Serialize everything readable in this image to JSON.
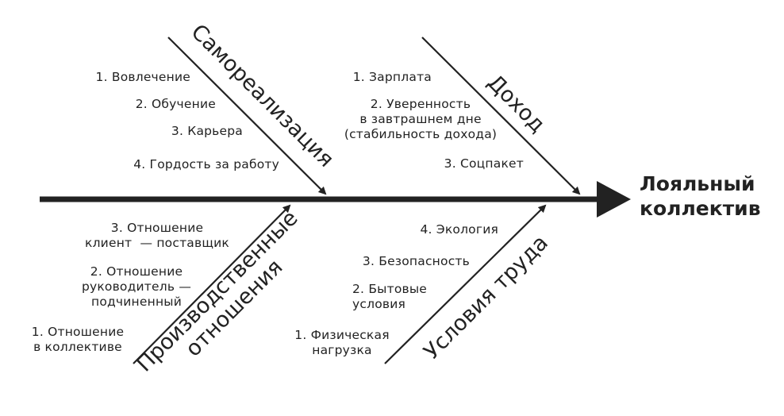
{
  "result": "Лояльный\nколлектив",
  "colors": {
    "ink": "#222222",
    "background": "#ffffff"
  },
  "categories": {
    "self_realization": {
      "title": "Самореализация",
      "items": [
        "1. Вовлечение",
        "2. Обучение",
        "3. Карьера",
        "4. Гордость за работу"
      ]
    },
    "income": {
      "title": "Доход",
      "items": [
        "1. Зарплата",
        "2. Уверенность\nв завтрашнем дне\n(стабильность дохода)",
        "3. Соцпакет"
      ]
    },
    "relations": {
      "title": "Производственные\nотношения",
      "items": [
        "3. Отношение\nклиент  — поставщик",
        "2. Отношение\nруководитель —\nподчиненный",
        "1. Отношение\nв коллективе"
      ]
    },
    "conditions": {
      "title": "Условия труда",
      "items": [
        "4. Экология",
        "3. Безопасность",
        "2. Бытовые\nусловия",
        "1. Физическая\nнагрузка"
      ]
    }
  }
}
